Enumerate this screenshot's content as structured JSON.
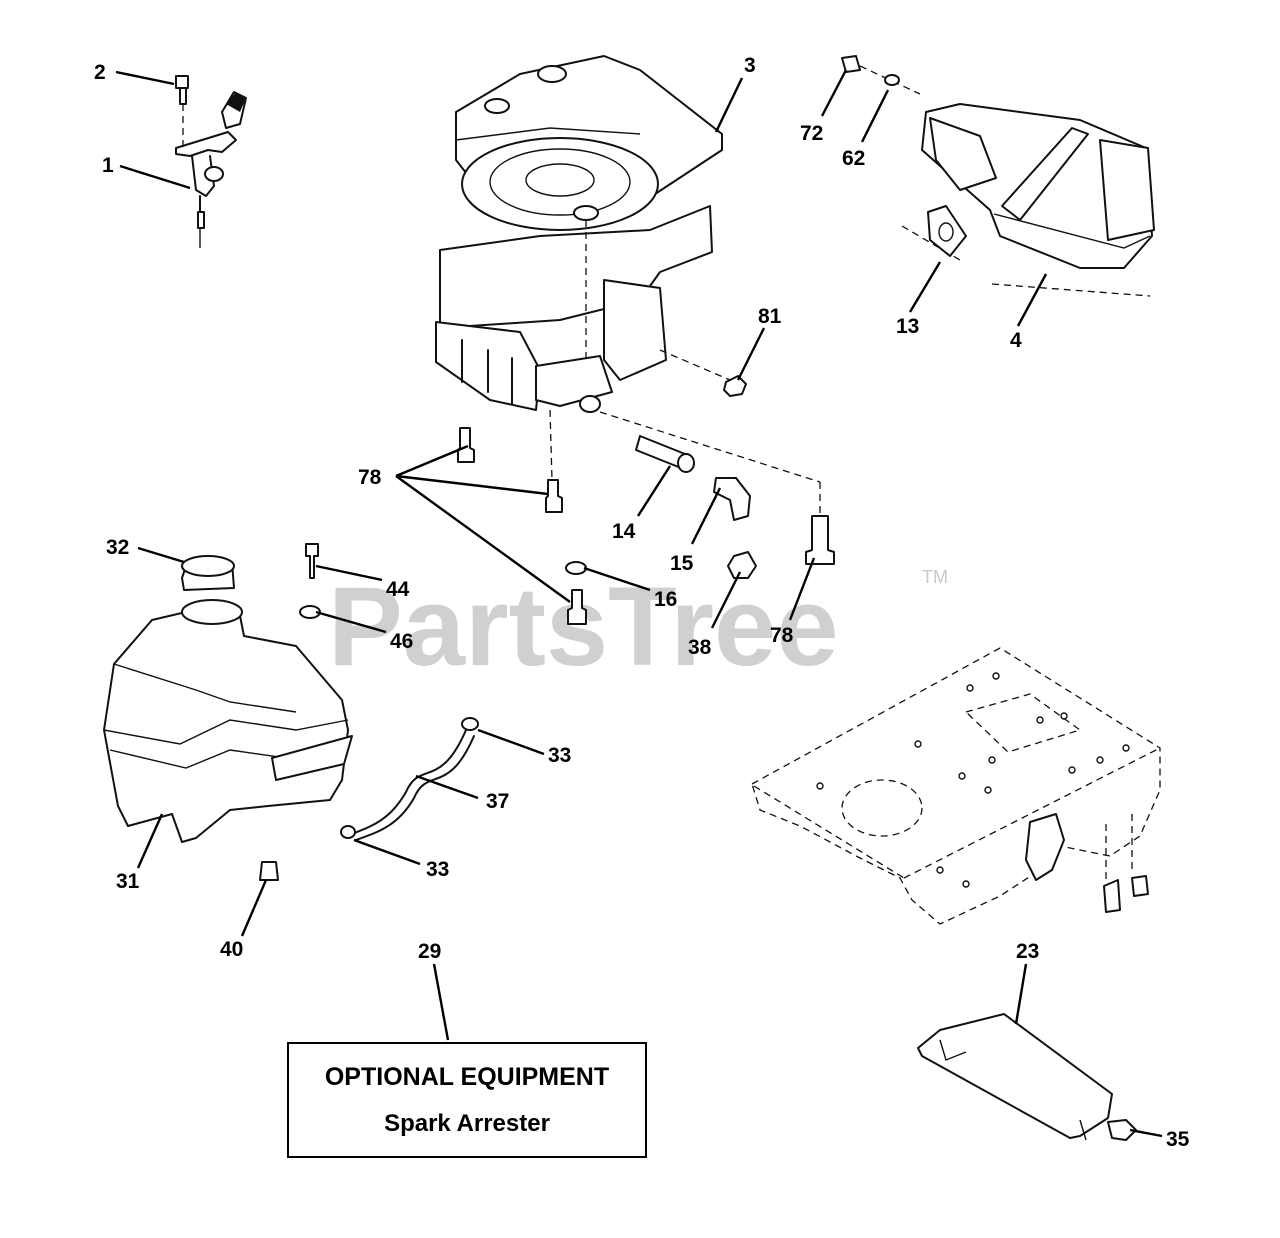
{
  "watermark": {
    "text": "PartsTree",
    "trademark": "TM"
  },
  "optional_equipment": {
    "title": "OPTIONAL EQUIPMENT",
    "subtitle": "Spark Arrester"
  },
  "callouts": [
    {
      "id": "c2",
      "label": "2"
    },
    {
      "id": "c1",
      "label": "1"
    },
    {
      "id": "c3",
      "label": "3"
    },
    {
      "id": "c72",
      "label": "72"
    },
    {
      "id": "c62",
      "label": "62"
    },
    {
      "id": "c13",
      "label": "13"
    },
    {
      "id": "c4",
      "label": "4"
    },
    {
      "id": "c81",
      "label": "81"
    },
    {
      "id": "c78a",
      "label": "78"
    },
    {
      "id": "c14",
      "label": "14"
    },
    {
      "id": "c15",
      "label": "15"
    },
    {
      "id": "c32",
      "label": "32"
    },
    {
      "id": "c44",
      "label": "44"
    },
    {
      "id": "c46",
      "label": "46"
    },
    {
      "id": "c16",
      "label": "16"
    },
    {
      "id": "c38",
      "label": "38"
    },
    {
      "id": "c78b",
      "label": "78"
    },
    {
      "id": "c33a",
      "label": "33"
    },
    {
      "id": "c37",
      "label": "37"
    },
    {
      "id": "c31",
      "label": "31"
    },
    {
      "id": "c33b",
      "label": "33"
    },
    {
      "id": "c40",
      "label": "40"
    },
    {
      "id": "c29",
      "label": "29"
    },
    {
      "id": "c23",
      "label": "23"
    },
    {
      "id": "c35",
      "label": "35"
    }
  ]
}
